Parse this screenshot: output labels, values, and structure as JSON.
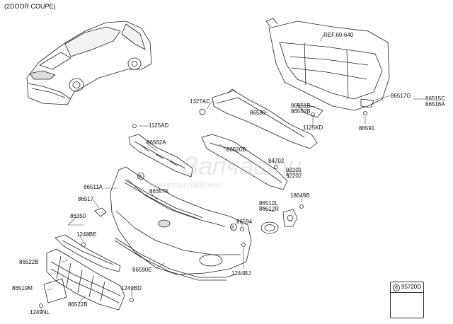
{
  "header": {
    "variant": "(2DOOR COUPE)"
  },
  "watermark": {
    "line1": "Запчасти",
    "line2": "запчасти надёжно"
  },
  "legend": {
    "marker": "a",
    "part": "95720D"
  },
  "callout_marker": "a",
  "labels": {
    "ref": "REF.60-640",
    "p1327AC": "1327AC",
    "p86551B": "86551B",
    "p86552B": "86552B",
    "p86530": "86530",
    "p86517G": "86517G",
    "p86515C": "86515C",
    "p86516A": "86516A",
    "p1125KD": "1125KD",
    "p86591": "86591",
    "p1125AD": "1125AD",
    "p86562A": "86562A",
    "p86520B": "86520B",
    "p84702": "84702",
    "p92201": "92201",
    "p92202": "92202",
    "p86511A": "86511A",
    "p86357K": "86357K",
    "p18649B": "18649B",
    "p86517": "86517",
    "p86512L": "86512L",
    "p86512R": "86512R",
    "p86350": "86350",
    "p86594": "86594",
    "p1249BE": "1249BE",
    "p86522B_top": "86522B",
    "p86590E": "86590E",
    "p1244BJ": "1244BJ",
    "p86519M": "86519M",
    "p1249BD": "1249BD",
    "p86522B_bottom": "86522B",
    "p1249NL": "1249NL"
  }
}
